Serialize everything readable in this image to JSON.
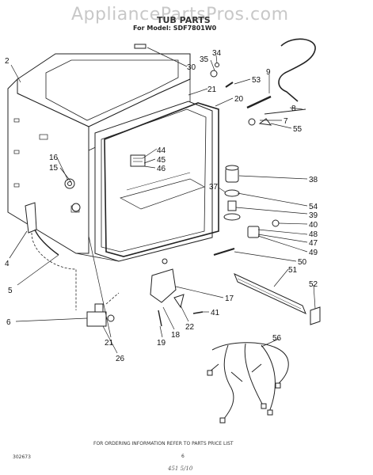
{
  "header": {
    "watermark": "AppliancePartsPros.com",
    "title": "TUB PARTS",
    "model_line": "For Model: SDF7801W0"
  },
  "callouts": [
    "2",
    "30",
    "35",
    "34",
    "9",
    "53",
    "21",
    "20",
    "8",
    "7",
    "55",
    "16",
    "15",
    "44",
    "45",
    "46",
    "38",
    "37",
    "54",
    "39",
    "40",
    "48",
    "47",
    "49",
    "4",
    "50",
    "51",
    "5",
    "52",
    "17",
    "41",
    "6",
    "22",
    "18",
    "19",
    "21",
    "26",
    "56"
  ],
  "footer": {
    "ordering_note": "FOR ORDERING INFORMATION REFER TO PARTS PRICE LIST",
    "doc_number": "302673",
    "page_number": "6",
    "handwritten": "451 5/10"
  }
}
